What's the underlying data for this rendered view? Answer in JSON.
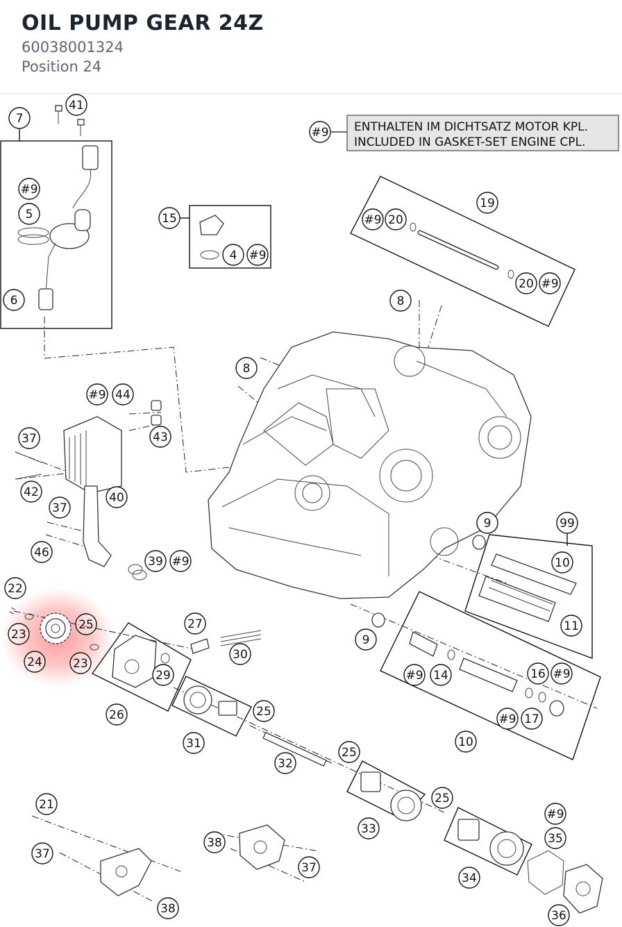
{
  "header": {
    "title": "OIL PUMP GEAR 24Z",
    "part_number": "60038001324",
    "position_label": "Position 24"
  },
  "diagram": {
    "note": {
      "ref": "#9",
      "line1": "ENTHALTEN IM DICHTSATZ MOTOR KPL.",
      "line2": "INCLUDED IN GASKET-SET ENGINE CPL."
    },
    "highlight_callouts": [
      "24",
      "25",
      "23"
    ],
    "callouts": [
      {
        "text": "41"
      },
      {
        "text": "7"
      },
      {
        "text": "#9"
      },
      {
        "text": "5"
      },
      {
        "text": "6"
      },
      {
        "text": "15"
      },
      {
        "text": "4"
      },
      {
        "text": "#9"
      },
      {
        "text": "#9"
      },
      {
        "text": "19"
      },
      {
        "text": "#9"
      },
      {
        "text": "20"
      },
      {
        "text": "20"
      },
      {
        "text": "#9"
      },
      {
        "text": "8"
      },
      {
        "text": "8"
      },
      {
        "text": "#9"
      },
      {
        "text": "44"
      },
      {
        "text": "43"
      },
      {
        "text": "37"
      },
      {
        "text": "42"
      },
      {
        "text": "40"
      },
      {
        "text": "37"
      },
      {
        "text": "46"
      },
      {
        "text": "39"
      },
      {
        "text": "#9"
      },
      {
        "text": "9"
      },
      {
        "text": "99"
      },
      {
        "text": "10"
      },
      {
        "text": "11"
      },
      {
        "text": "9"
      },
      {
        "text": "22"
      },
      {
        "text": "23"
      },
      {
        "text": "25"
      },
      {
        "text": "24"
      },
      {
        "text": "23"
      },
      {
        "text": "27"
      },
      {
        "text": "30"
      },
      {
        "text": "29"
      },
      {
        "text": "26"
      },
      {
        "text": "#9"
      },
      {
        "text": "14"
      },
      {
        "text": "16"
      },
      {
        "text": "#9"
      },
      {
        "text": "#9"
      },
      {
        "text": "17"
      },
      {
        "text": "10"
      },
      {
        "text": "25"
      },
      {
        "text": "31"
      },
      {
        "text": "32"
      },
      {
        "text": "25"
      },
      {
        "text": "25"
      },
      {
        "text": "33"
      },
      {
        "text": "21"
      },
      {
        "text": "#9"
      },
      {
        "text": "35"
      },
      {
        "text": "37"
      },
      {
        "text": "38"
      },
      {
        "text": "37"
      },
      {
        "text": "34"
      },
      {
        "text": "38"
      },
      {
        "text": "36"
      }
    ]
  }
}
